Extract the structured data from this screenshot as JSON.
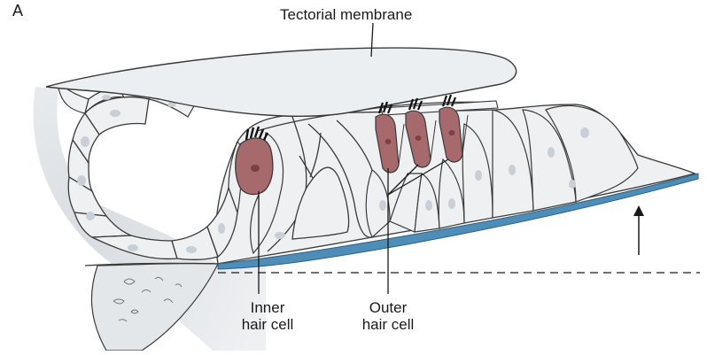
{
  "figure": {
    "panel_label": "A",
    "labels": {
      "tectorial_membrane": "Tectorial membrane",
      "inner_hair_cell_line1": "Inner",
      "inner_hair_cell_line2": "hair cell",
      "outer_hair_cell_line1": "Outer",
      "outer_hair_cell_line2": "hair cell"
    },
    "colors": {
      "hair_cell": "#a66a6c",
      "hair_cell_nucleus": "#7c3f44",
      "basilar_membrane": "#4f8db9",
      "tissue": "#e8ebee",
      "cell_fill": "#eef0f2",
      "nucleus": "#c8cfd6",
      "outline": "#3a3a3a"
    },
    "icons": [
      "arrow-up-icon"
    ]
  }
}
